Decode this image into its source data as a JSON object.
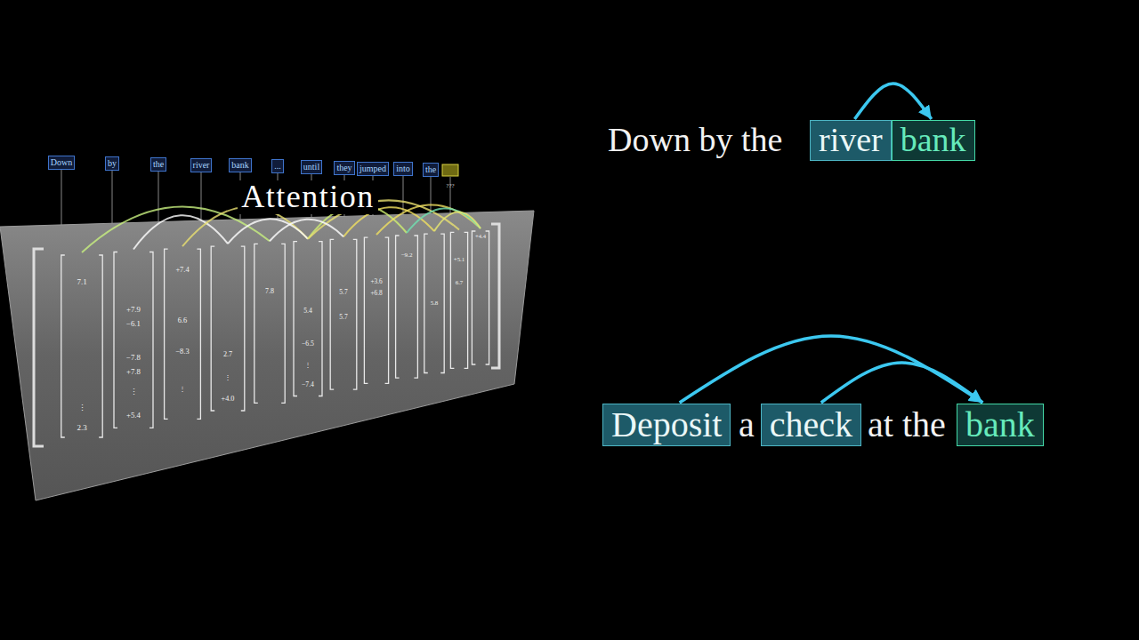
{
  "diagram": {
    "title": "Attention",
    "nodes": [
      {
        "text": [
          "Down"
        ]
      },
      {
        "text": [
          "by"
        ]
      },
      {
        "text": [
          "the"
        ]
      },
      {
        "text": [
          "river"
        ]
      },
      {
        "text": [
          "bank"
        ]
      },
      {
        "text": [
          "..."
        ]
      },
      {
        "text": [
          "until"
        ]
      },
      {
        "text": [
          "they"
        ]
      },
      {
        "text": [
          "jumped"
        ]
      },
      {
        "text": [
          "into"
        ]
      },
      {
        "text": [
          "the"
        ]
      },
      {
        "text": [
          "river"
        ]
      },
      {
        "text": [
          "bank"
        ]
      },
      {
        "text": [
          "Deposit"
        ]
      },
      {
        "text": [
          "check"
        ]
      },
      {
        "text": [
          "bank"
        ]
      }
    ],
    "edges": [
      {
        "from": 11,
        "to": 12,
        "arrow": "to"
      },
      {
        "from": 13,
        "to": 15,
        "arrow": "to"
      },
      {
        "from": 14,
        "to": 15,
        "arrow": "to"
      }
    ],
    "labels": [
      "Down by the",
      "a",
      "at the",
      "???",
      "7.1",
      "⋮",
      "2.3",
      "+7.9",
      "−6.1",
      "−7.8",
      "+7.8",
      "⋮",
      "+5.4",
      "+7.4",
      "6.6",
      "−8.3",
      "⋮",
      "2.7",
      "⋮",
      "+4.0",
      "7.8",
      "5.4",
      "−6.5",
      "⋮",
      "−7.4",
      "5.7",
      "5.7",
      "+3.6",
      "+6.8",
      "−9.2",
      "5.8",
      "+5.1",
      "6.7",
      "+4.4"
    ]
  }
}
